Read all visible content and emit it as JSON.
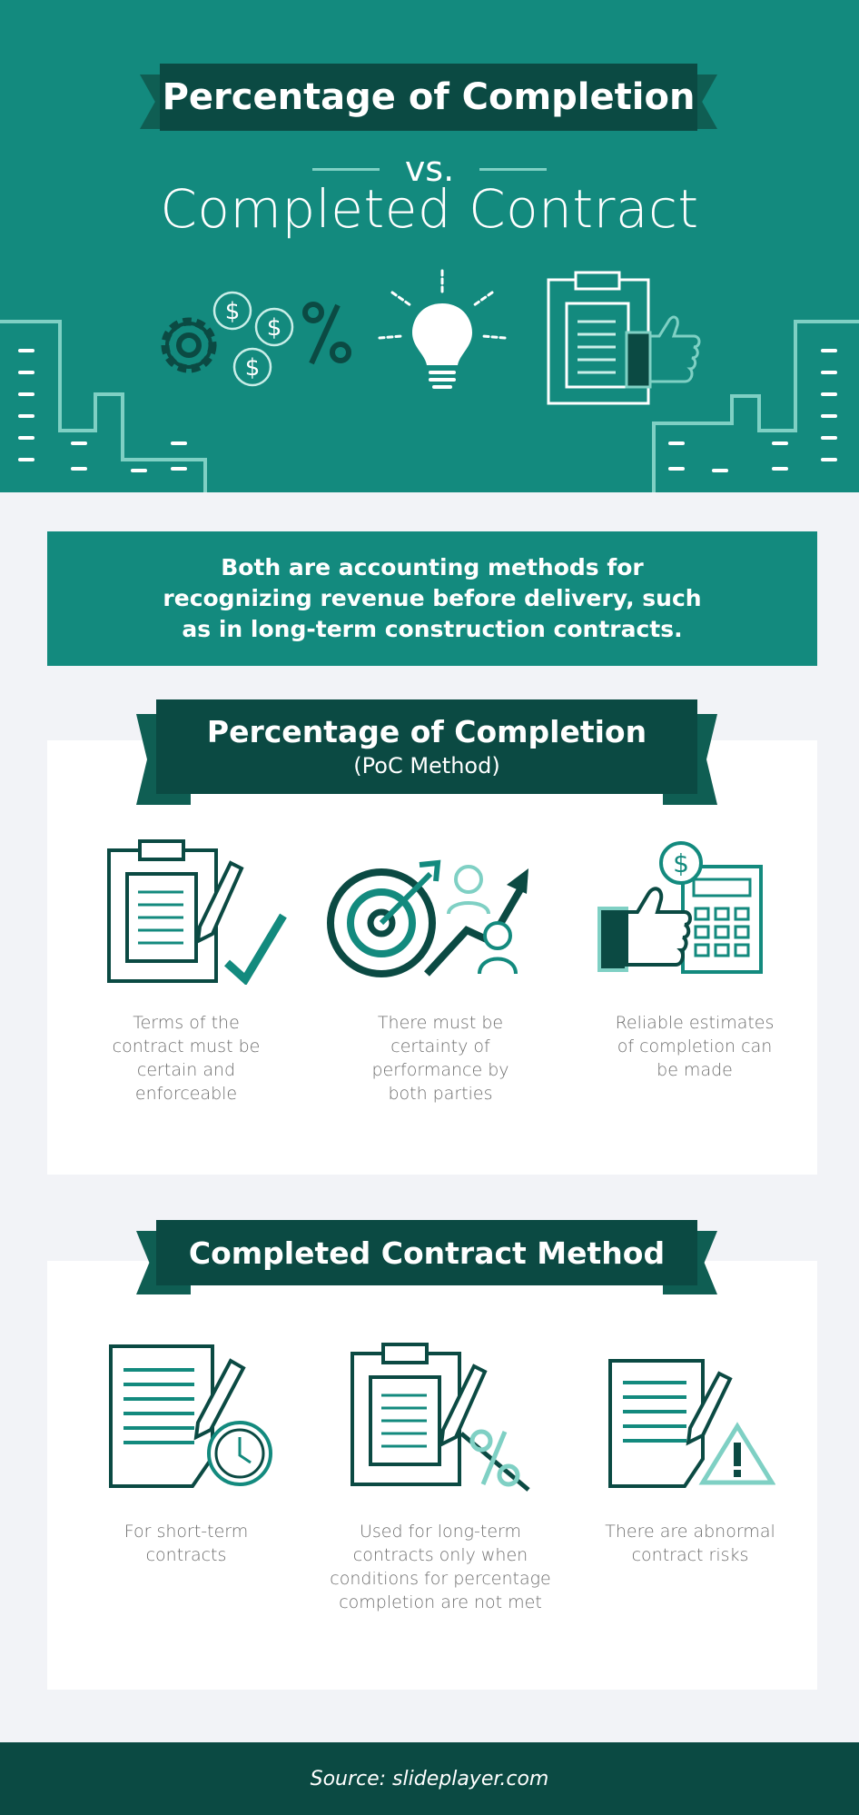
{
  "header": {
    "title": "Percentage of Completion",
    "vs": "vs.",
    "subtitle": "Completed Contract"
  },
  "intro": {
    "text": "Both are accounting methods for recognizing revenue before delivery, such as in long-term construction contracts."
  },
  "poc_section": {
    "title": "Percentage of Completion",
    "subtitle": "(PoC Method)",
    "items": [
      {
        "icon": "clipboard-check-icon",
        "text": "Terms of the contract must be certain and enforceable"
      },
      {
        "icon": "target-growth-icon",
        "text": "There must be certainty of performance by both parties"
      },
      {
        "icon": "thumbs-up-calculator-icon",
        "text": "Reliable estimates of completion can be made"
      }
    ]
  },
  "cc_section": {
    "title": "Completed Contract Method",
    "items": [
      {
        "icon": "document-clock-icon",
        "text": "For short-term contracts"
      },
      {
        "icon": "clipboard-percent-icon",
        "text": "Used for long-term contracts only when conditions for percentage completion are not met"
      },
      {
        "icon": "document-warning-icon",
        "text": "There are abnormal contract risks"
      }
    ]
  },
  "footer": {
    "source": "Source: slideplayer.com"
  },
  "colors": {
    "teal": "#138a7e",
    "dark_teal": "#0b4a43",
    "light_teal": "#7fd0c4",
    "background": "#f2f3f7"
  }
}
